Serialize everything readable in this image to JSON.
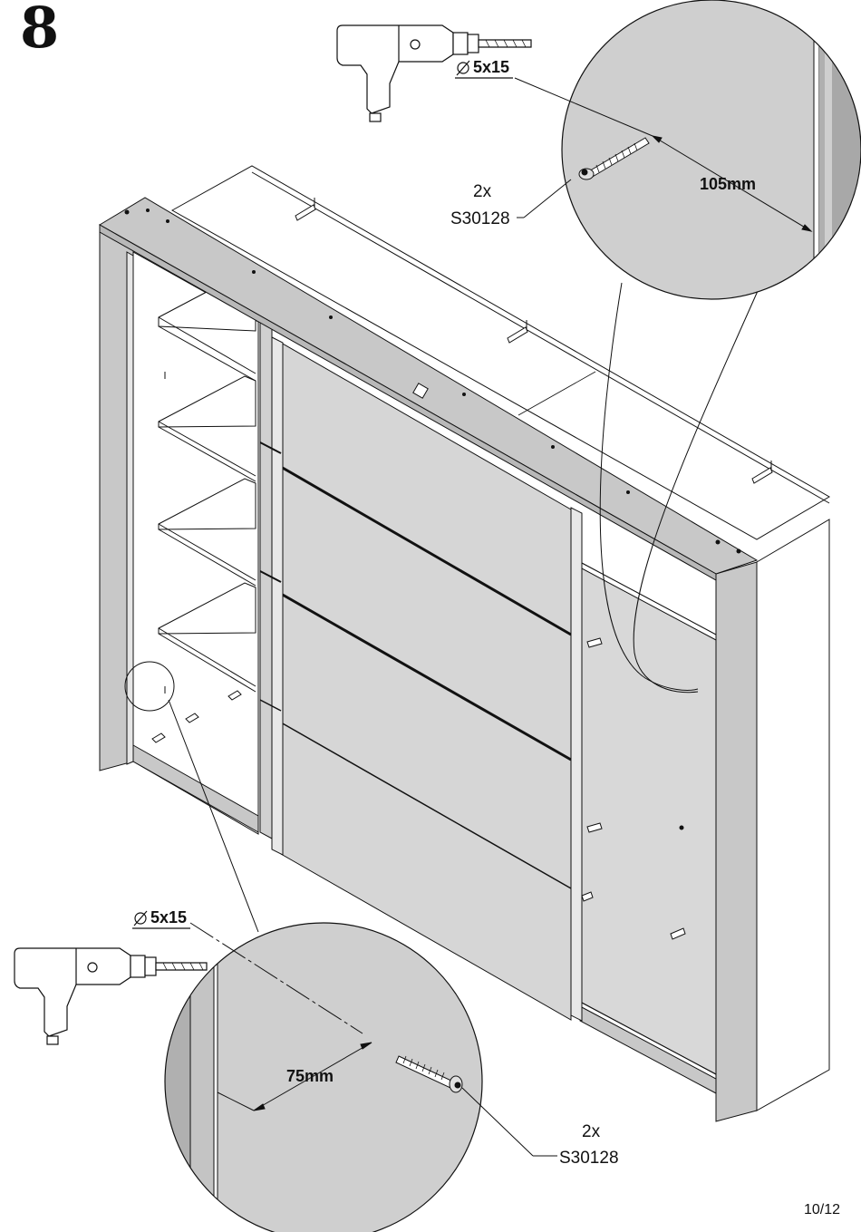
{
  "step_number": "8",
  "page_number": "10/12",
  "top_callout": {
    "drill_bit": "5x15",
    "quantity": "2x",
    "part_code": "S30128",
    "distance": "105mm"
  },
  "bottom_callout": {
    "drill_bit": "5x15",
    "quantity": "2x",
    "part_code": "S30128",
    "distance": "75mm"
  },
  "colors": {
    "frame_gray": "#c8c8c8",
    "panel_gray": "#d6d6d6",
    "detail_gray": "#cfcfcf",
    "line": "#111111"
  },
  "icons": [
    "drill-icon",
    "screw-icon",
    "diameter-icon"
  ]
}
